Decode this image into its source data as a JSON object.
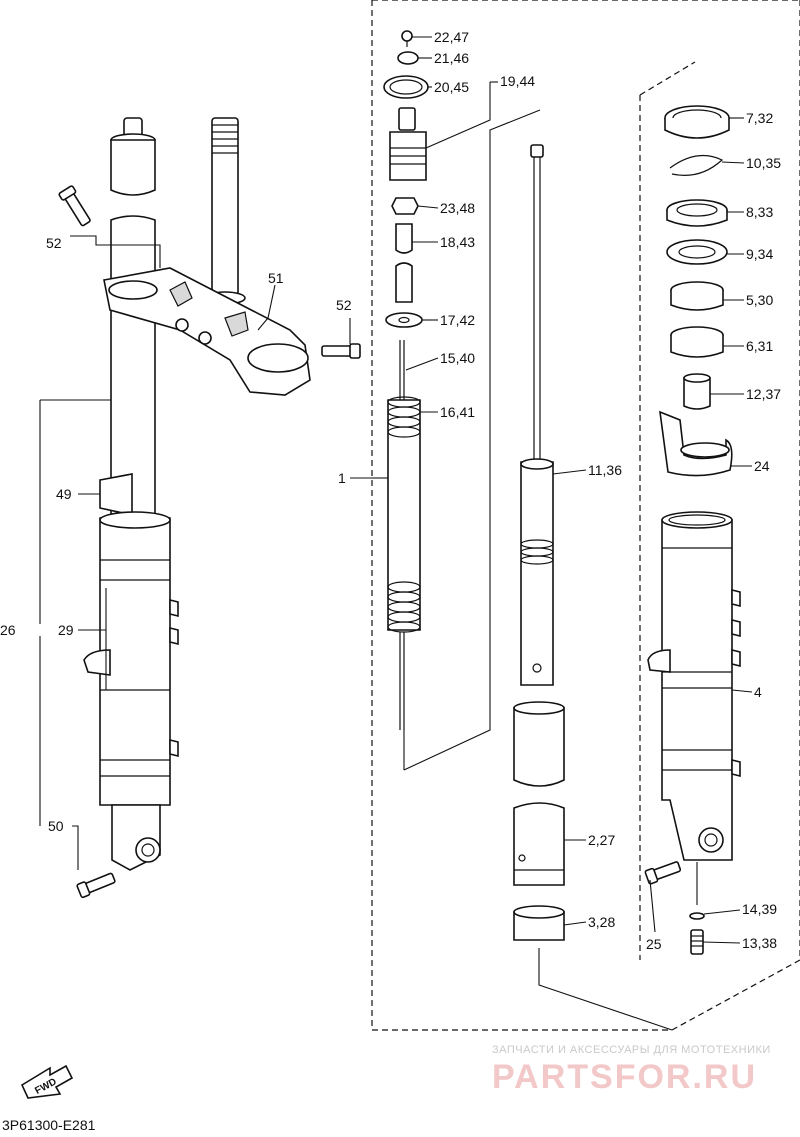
{
  "diagram_code": "3P61300-E281",
  "watermark": {
    "line1": "ЗАПЧАСТИ И АКСЕССУАРЫ ДЛЯ МОТОТЕХНИКИ",
    "line2": "PARTSFOR.RU"
  },
  "fwd_badge": "FWD",
  "callouts": {
    "p22": "22,47",
    "p21": "21,46",
    "p20": "20,45",
    "p19": "19,44",
    "p23": "23,48",
    "p18": "18,43",
    "p17": "17,42",
    "p15": "15,40",
    "p16": "16,41",
    "p1": "1",
    "p11": "11,36",
    "p2": "2,27",
    "p3": "3,28",
    "p7": "7,32",
    "p10": "10,35",
    "p8": "8,33",
    "p9": "9,34",
    "p5": "5,30",
    "p6": "6,31",
    "p12": "12,37",
    "p24": "24",
    "p4": "4",
    "p14": "14,39",
    "p13": "13,38",
    "p25": "25",
    "p52a": "52",
    "p51": "51",
    "p52b": "52",
    "p49": "49",
    "p26": "26",
    "p29": "29",
    "p50": "50"
  }
}
